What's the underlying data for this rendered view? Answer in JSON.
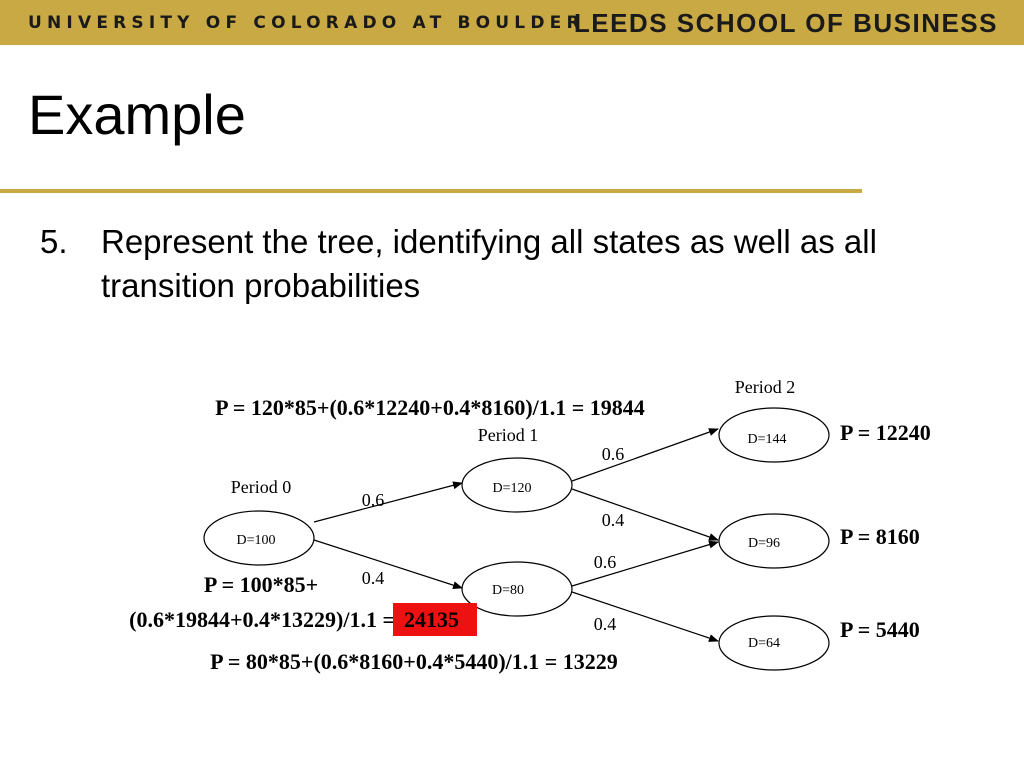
{
  "header": {
    "university": "UNIVERSITY OF COLORADO AT BOULDER",
    "school": "LEEDS SCHOOL OF BUSINESS",
    "bar_color": "#c9a944"
  },
  "slide": {
    "title": "Example",
    "bullet_number": "5.",
    "bullet_text": "Represent the tree, identifying all states as well as all transition probabilities"
  },
  "tree": {
    "periods": [
      "Period 0",
      "Period 1",
      "Period 2"
    ],
    "nodes": {
      "n0": "D=100",
      "n1u": "D=120",
      "n1d": "D=80",
      "n2uu": "D=144",
      "n2m": "D=96",
      "n2dd": "D=64"
    },
    "probabilities": {
      "p0_up": "0.6",
      "p0_down": "0.4",
      "p1u_up": "0.6",
      "p1u_down": "0.4",
      "p1d_up": "0.6",
      "p1d_down": "0.4"
    },
    "prices": {
      "p_uu": "P = 12240",
      "p_m": "P = 8160",
      "p_dd": "P = 5440",
      "p_1u": "P = 120*85+(0.6*12240+0.4*8160)/1.1 = 19844",
      "p_1d": "P = 80*85+(0.6*8160+0.4*5440)/1.1 = 13229",
      "p_0_line1": "P = 100*85+",
      "p_0_line2": "(0.6*19844+0.4*13229)/1.1 = ",
      "p_0_result": "24135"
    },
    "highlight_color": "#ee1111"
  }
}
